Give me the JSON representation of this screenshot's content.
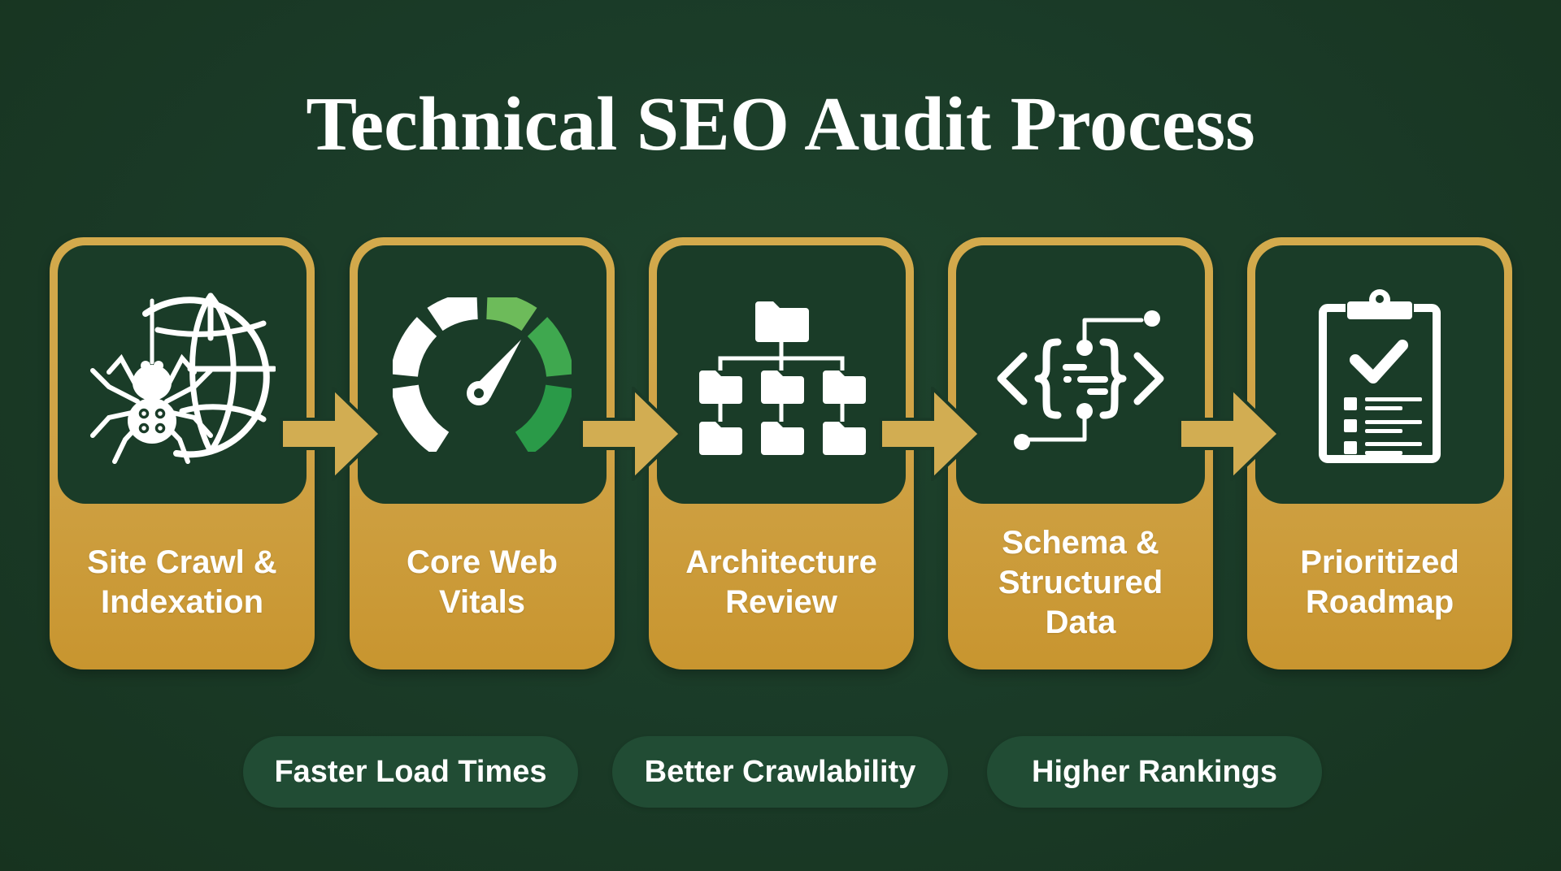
{
  "title": "Technical SEO Audit Process",
  "colors": {
    "background": "#1a3a27",
    "card_panel": "#1a3c28",
    "gold_border": "#d4ab4e",
    "gold_fill": "#c8962f",
    "arrow": "#d2ad52",
    "pill": "#214c34",
    "gauge_green_light": "#6dbb5a",
    "gauge_green_mid": "#3fa84f",
    "gauge_green_dark": "#2a9a48",
    "text": "#ffffff"
  },
  "steps": [
    {
      "label": "Site Crawl &\nIndexation",
      "icon": "spider-globe-icon"
    },
    {
      "label": "Core Web\nVitals",
      "icon": "speedometer-gauge-icon"
    },
    {
      "label": "Architecture\nReview",
      "icon": "folder-hierarchy-icon"
    },
    {
      "label": "Schema &\nStructured\nData",
      "icon": "code-braces-schema-icon"
    },
    {
      "label": "Prioritized\nRoadmap",
      "icon": "clipboard-checklist-icon"
    }
  ],
  "arrows": [
    {
      "icon": "arrow-right-icon"
    },
    {
      "icon": "arrow-right-icon"
    },
    {
      "icon": "arrow-right-icon"
    },
    {
      "icon": "arrow-right-icon"
    }
  ],
  "benefits": [
    {
      "label": "Faster Load Times"
    },
    {
      "label": "Better Crawlability"
    },
    {
      "label": "Higher Rankings"
    }
  ]
}
